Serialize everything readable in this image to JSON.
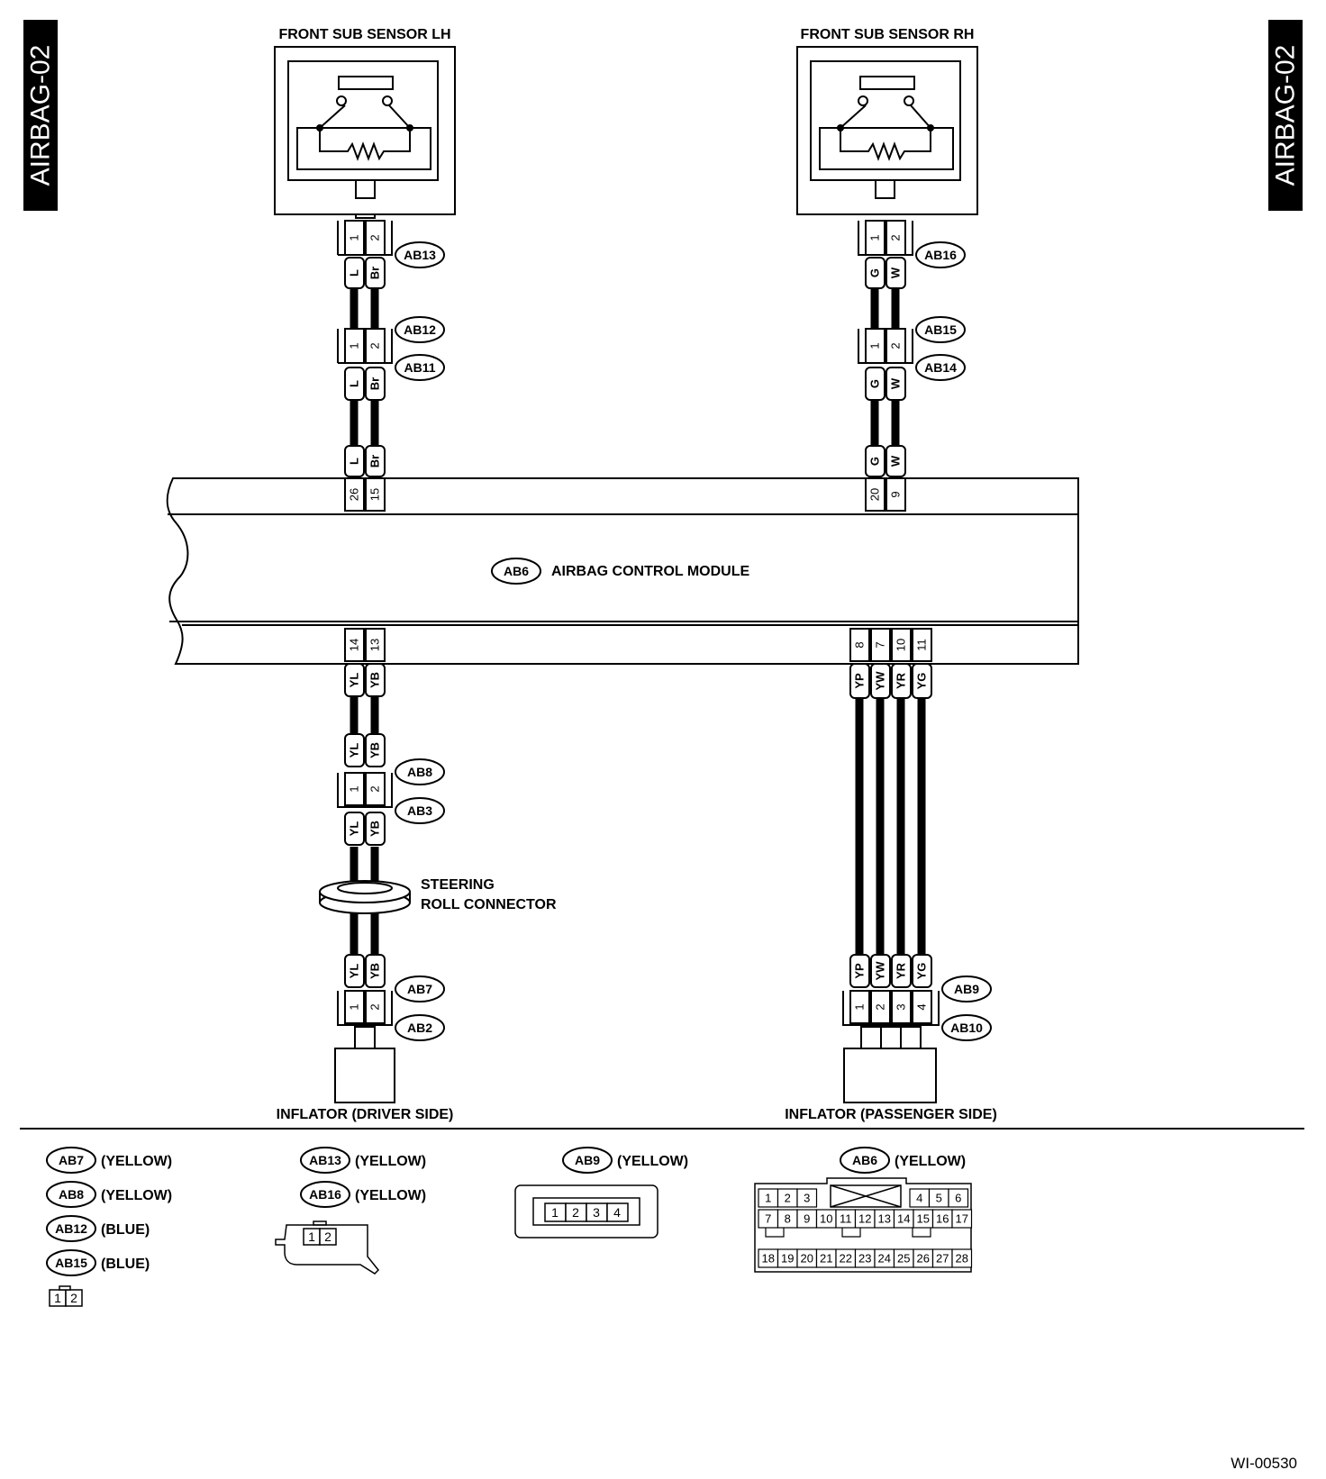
{
  "side_tabs": {
    "left": "AIRBAG-02",
    "right": "AIRBAG-02"
  },
  "components": {
    "front_sub_sensor_lh": "FRONT SUB SENSOR LH",
    "front_sub_sensor_rh": "FRONT SUB SENSOR RH",
    "airbag_control_module": "AIRBAG CONTROL MODULE",
    "steering_roll_connector": [
      "STEERING",
      "ROLL CONNECTOR"
    ],
    "inflator_driver": "INFLATOR (DRIVER SIDE)",
    "inflator_passenger": "INFLATOR (PASSENGER SIDE)"
  },
  "connectors": {
    "ab13": "AB13",
    "ab12": "AB12",
    "ab11": "AB11",
    "ab16": "AB16",
    "ab15": "AB15",
    "ab14": "AB14",
    "ab6": "AB6",
    "ab8": "AB8",
    "ab3": "AB3",
    "ab7": "AB7",
    "ab2": "AB2",
    "ab9": "AB9",
    "ab10": "AB10"
  },
  "pins": {
    "one": "1",
    "two": "2",
    "three": "3",
    "four": "4",
    "p26": "26",
    "p15": "15",
    "p20": "20",
    "p9": "9",
    "p14": "14",
    "p13": "13",
    "p8": "8",
    "p7": "7",
    "p10": "10",
    "p11": "11"
  },
  "wire_colors": {
    "L": "L",
    "Br": "Br",
    "G": "G",
    "W": "W",
    "YL": "YL",
    "YB": "YB",
    "YP": "YP",
    "YW": "YW",
    "YR": "YR",
    "YG": "YG"
  },
  "legend": {
    "yellow": "(YELLOW)",
    "blue": "(BLUE)",
    "ab6_pins": [
      "1",
      "2",
      "3",
      "4",
      "5",
      "6",
      "7",
      "8",
      "9",
      "10",
      "11",
      "12",
      "13",
      "14",
      "15",
      "16",
      "17",
      "18",
      "19",
      "20",
      "21",
      "22",
      "23",
      "24",
      "25",
      "26",
      "27",
      "28"
    ]
  },
  "figure_id": "WI-00530"
}
